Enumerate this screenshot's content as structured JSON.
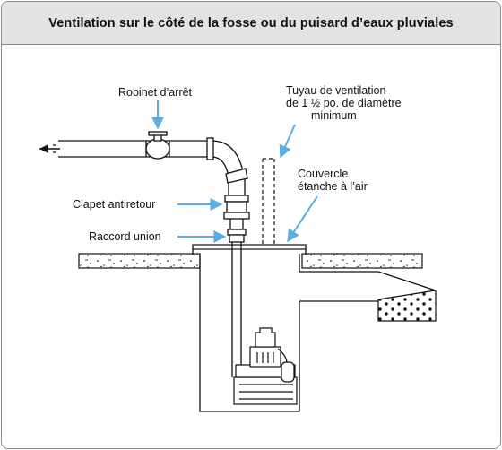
{
  "title": "Ventilation sur le côté de la fosse ou du puisard d’eaux pluviales",
  "labels": {
    "shutoff_valve": "Robinet d’arrêt",
    "vent_pipe": [
      "Tuyau de ventilation",
      "de 1 ½ po. de diamètre",
      "minimum"
    ],
    "airtight_cover": [
      "Couvercle",
      "étanche à l’air"
    ],
    "check_valve": "Clapet antiretour",
    "union_fitting": "Raccord union"
  },
  "colors": {
    "callout_arrow": "#5aaee2",
    "line": "#111111",
    "title_background": "#e3e3e3",
    "border": "#8a8a8a"
  }
}
